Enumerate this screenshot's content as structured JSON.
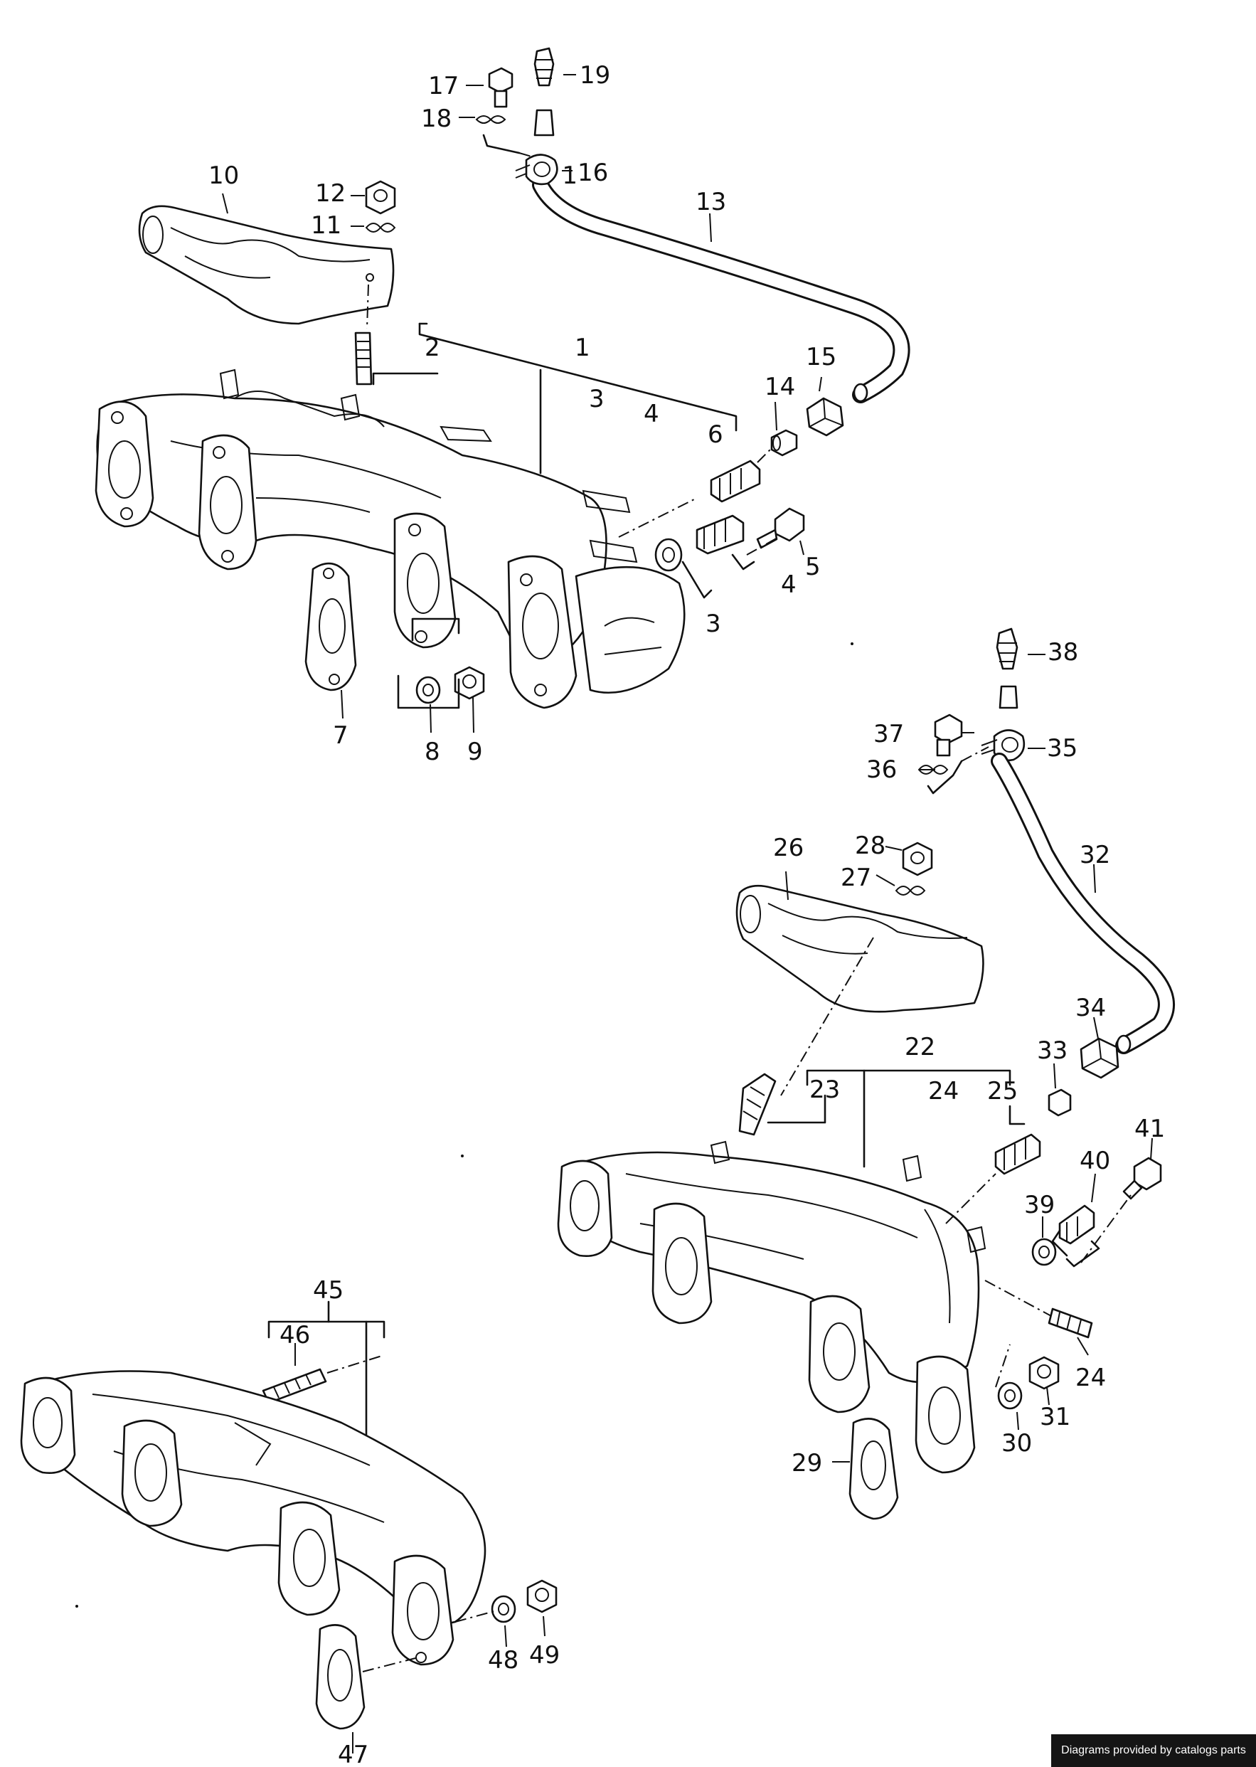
{
  "callouts": {
    "c1": "1",
    "c2": "2",
    "c3a": "3",
    "c3b": "3",
    "c4a": "4",
    "c4b": "4",
    "c5": "5",
    "c6": "6",
    "c7": "7",
    "c8": "8",
    "c9": "9",
    "c10": "10",
    "c11": "11",
    "c12": "12",
    "c13": "13",
    "c14": "14",
    "c15": "15",
    "c16": "16",
    "c17": "17",
    "c18": "18",
    "c19": "19",
    "c22": "22",
    "c23": "23",
    "c24a": "24",
    "c24b": "24",
    "c25": "25",
    "c26": "26",
    "c27": "27",
    "c28": "28",
    "c29": "29",
    "c30": "30",
    "c31": "31",
    "c32": "32",
    "c33": "33",
    "c34": "34",
    "c35": "35",
    "c36": "36",
    "c37": "37",
    "c38": "38",
    "c39": "39",
    "c40": "40",
    "c41": "41",
    "c45": "45",
    "c46": "46",
    "c47": "47",
    "c48": "48",
    "c49": "49"
  },
  "credit": "Diagrams provided by catalogs parts"
}
